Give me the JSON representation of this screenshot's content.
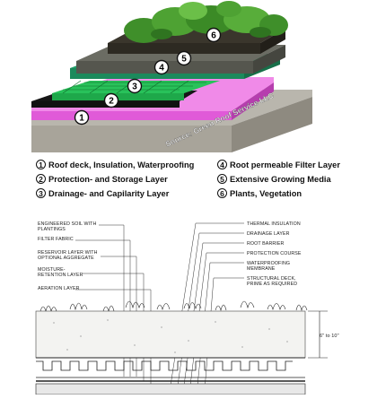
{
  "watermark": "Source: Green Roof Service LLC",
  "layer_badges": [
    "1",
    "2",
    "3",
    "4",
    "5",
    "6"
  ],
  "legend": [
    {
      "num": "1",
      "text": "Roof deck, Insulation, Waterproofing"
    },
    {
      "num": "2",
      "text": "Protection- and Storage Layer"
    },
    {
      "num": "3",
      "text": "Drainage- and Capilarity Layer"
    },
    {
      "num": "4",
      "text": "Root permeable Filter Layer"
    },
    {
      "num": "5",
      "text": "Extensive Growing Media"
    },
    {
      "num": "6",
      "text": "Plants, Vegetation"
    }
  ],
  "section_labels": {
    "left": [
      [
        "ENGINEERED SOIL WITH",
        "PLANTINGS"
      ],
      [
        "FILTER FABRIC"
      ],
      [
        "RESERVOIR LAYER WITH",
        "OPTIONAL AGGREGATE"
      ],
      [
        "MOISTURE-",
        "RETENTION LAYER"
      ],
      [
        "AERATION LAYER"
      ]
    ],
    "right": [
      [
        "THERMAL INSULATION"
      ],
      [
        "DRAINAGE LAYER"
      ],
      [
        "ROOT BARRIER"
      ],
      [
        "PROTECTION COURSE"
      ],
      [
        "WATERPROOFING",
        "MEMBRANE"
      ],
      [
        "STRUCTURAL DECK,",
        "PRIME AS REQUIRED"
      ]
    ],
    "dimension": "6\" to 10\""
  },
  "colors": {
    "concrete": "#a8a49a",
    "pink_membrane": "#e05ad8",
    "black_layer": "#161616",
    "drainage_green": "#1ea84a",
    "filter_teal": "#1c8a5c",
    "gravel": "#55564e",
    "soil": "#2d2a22",
    "plants": "#3f8f2a"
  }
}
